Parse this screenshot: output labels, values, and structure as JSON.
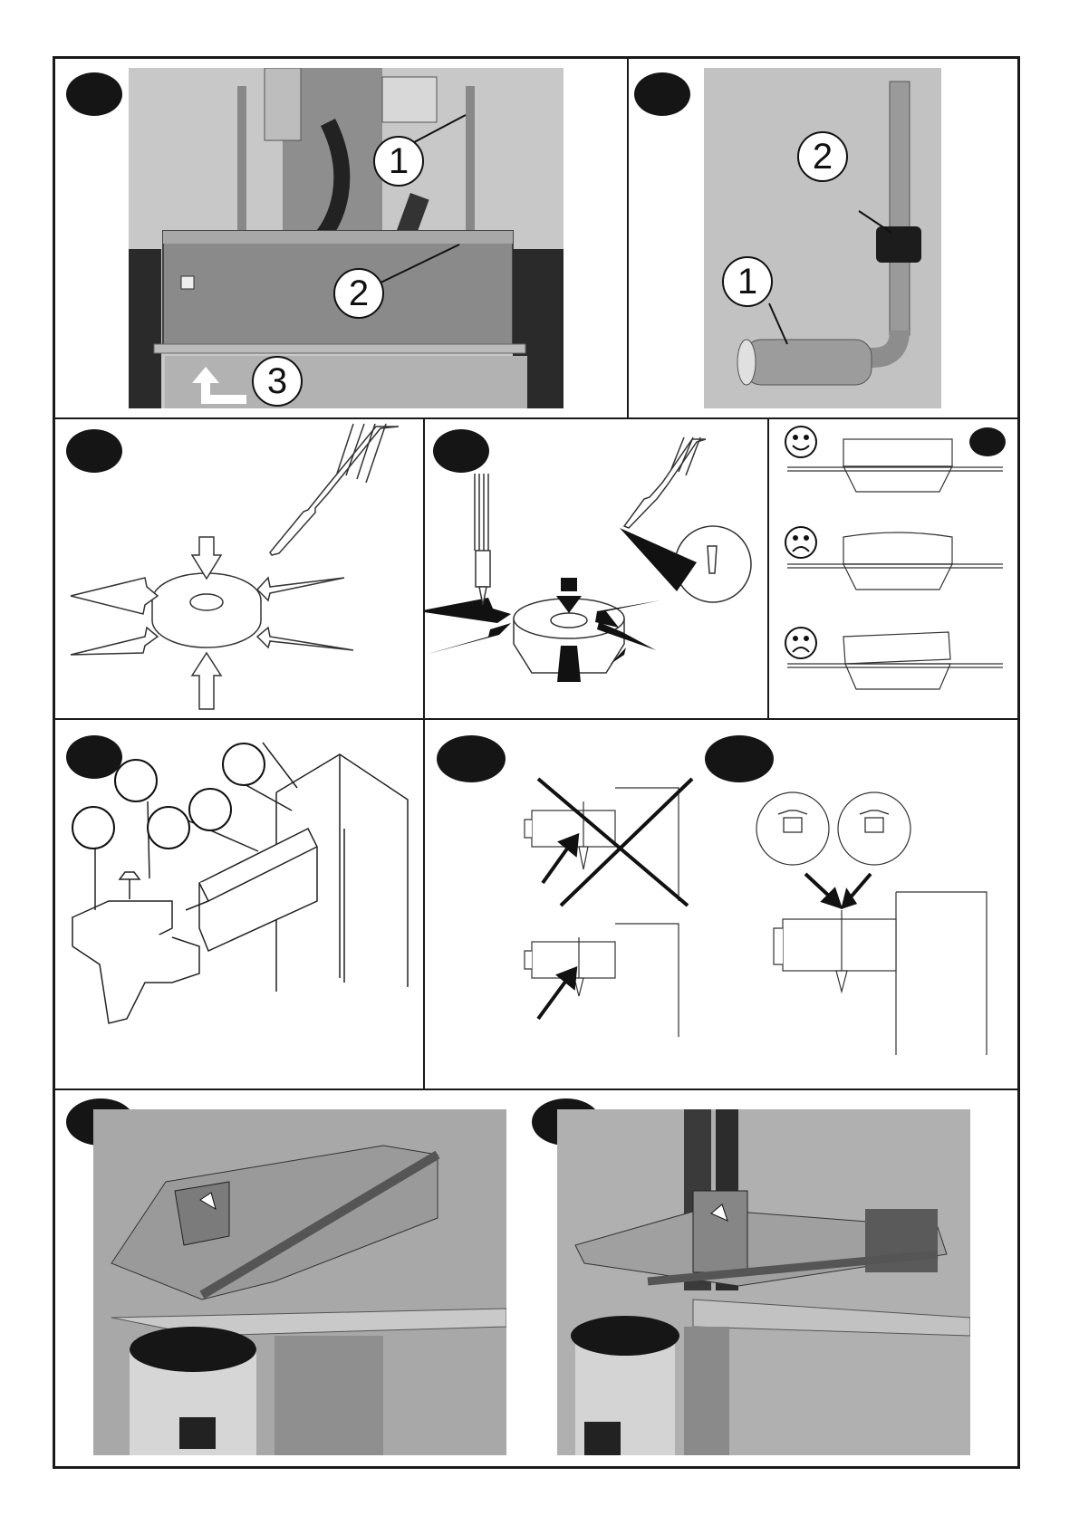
{
  "callouts": {
    "p1_c1": "1",
    "p1_c2": "2",
    "p1_c3": "3",
    "p2_c1": "1",
    "p2_c2": "2"
  },
  "icons": {
    "happy": "smiley-face-icon",
    "sad": "sad-face-icon",
    "caution": "warning-triangle-icon"
  },
  "colors": {
    "badge": "#151515",
    "line": "#1a1a1a"
  }
}
